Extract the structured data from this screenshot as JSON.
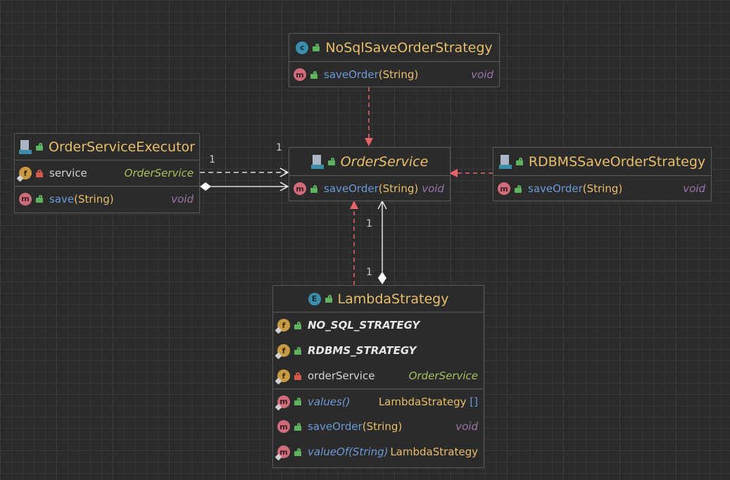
{
  "colors": {
    "realization_arrow": "#e5646c",
    "association_line": "#ffffff",
    "class_name": "#e8bf6a",
    "method_name": "#6c9ad6",
    "return_type": "#9876aa",
    "field_type": "#a5c25c"
  },
  "classes": {
    "nosql": {
      "kind_badge": "c",
      "name": "NoSqlSaveOrderStrategy",
      "methods": [
        {
          "badge": "m",
          "name": "saveOrder",
          "params": "(String)",
          "ret": "void"
        }
      ]
    },
    "executor": {
      "name": "OrderServiceExecutor",
      "icon": "interface-file-icon",
      "fields": [
        {
          "badge": "f",
          "name": "service",
          "type": "OrderService"
        }
      ],
      "methods": [
        {
          "badge": "m",
          "name": "save",
          "params": "(String)",
          "ret": "void"
        }
      ]
    },
    "orderservice": {
      "name": "OrderService",
      "icon": "interface-file-icon",
      "methods": [
        {
          "badge": "m",
          "name": "saveOrder",
          "params": "(String)",
          "ret": "void"
        }
      ]
    },
    "rdbms": {
      "name": "RDBMSSaveOrderStrategy",
      "icon": "interface-file-icon",
      "methods": [
        {
          "badge": "m",
          "name": "saveOrder",
          "params": "(String)",
          "ret": "void"
        }
      ]
    },
    "lambda": {
      "kind_badge": "E",
      "name": "LambdaStrategy",
      "fields": [
        {
          "badge": "f",
          "name": "NO_SQL_STRATEGY"
        },
        {
          "badge": "f",
          "name": "RDBMS_STRATEGY"
        },
        {
          "badge": "f",
          "name": "orderService",
          "type": "OrderService"
        }
      ],
      "methods": [
        {
          "badge": "m",
          "name": "values",
          "params": "()",
          "ret": "LambdaStrategy",
          "ret_suffix": "[]"
        },
        {
          "badge": "m",
          "name": "saveOrder",
          "params": "(String)",
          "ret": "void"
        },
        {
          "badge": "m",
          "name": "valueOf",
          "params": "(String)",
          "ret": "LambdaStrategy"
        }
      ]
    }
  },
  "multiplicities": {
    "executor_side": "1",
    "orderservice_side": "1",
    "lambda_upper": "1",
    "lambda_lower": "1"
  }
}
